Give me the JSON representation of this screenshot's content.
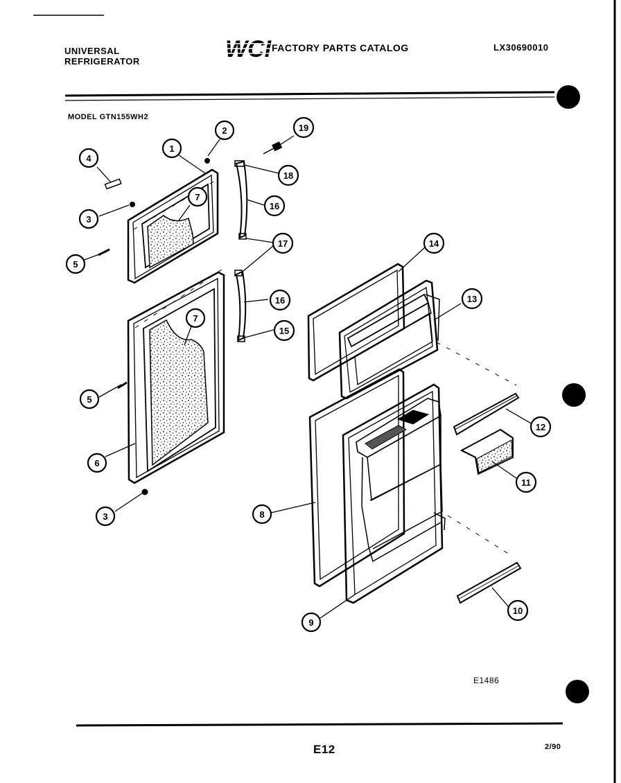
{
  "header": {
    "brand_line1": "UNIVERSAL",
    "brand_line2": "REFRIGERATOR",
    "logo_text": "WCI",
    "catalog_title": "FACTORY PARTS CATALOG",
    "catalog_number": "LX30690010"
  },
  "model": "MODEL GTN155WH2",
  "diagram_code": "E1486",
  "footer": {
    "page": "E12",
    "date": "2/90"
  },
  "callouts": [
    "1",
    "2",
    "3",
    "3",
    "4",
    "5",
    "5",
    "6",
    "7",
    "7",
    "8",
    "9",
    "10",
    "11",
    "12",
    "13",
    "14",
    "15",
    "16",
    "16",
    "17",
    "18",
    "19"
  ]
}
